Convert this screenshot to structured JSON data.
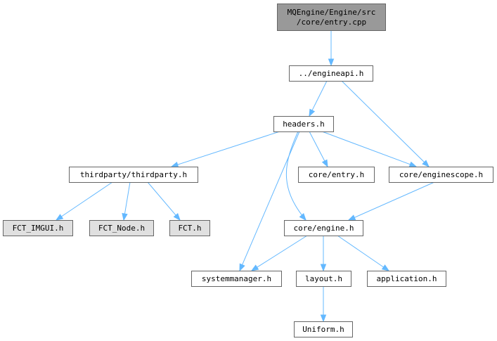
{
  "colors": {
    "root_fill": "#999999",
    "node_fill": "#ffffff",
    "external_fill": "#e0e0e0",
    "border": "#666666",
    "edge": "#63b8ff"
  },
  "graph": {
    "nodes": [
      {
        "id": "entry_root",
        "lines": [
          "MQEngine/Engine/src",
          "/core/entry.cpp"
        ],
        "kind": "root"
      },
      {
        "id": "engineapi",
        "lines": [
          "../engineapi.h"
        ],
        "kind": "node"
      },
      {
        "id": "headers",
        "lines": [
          "headers.h"
        ],
        "kind": "node"
      },
      {
        "id": "thirdparty",
        "lines": [
          "thirdparty/thirdparty.h"
        ],
        "kind": "node"
      },
      {
        "id": "core_entry",
        "lines": [
          "core/entry.h"
        ],
        "kind": "node"
      },
      {
        "id": "enginescope",
        "lines": [
          "core/enginescope.h"
        ],
        "kind": "node"
      },
      {
        "id": "fct_imgui",
        "lines": [
          "FCT_IMGUI.h"
        ],
        "kind": "external"
      },
      {
        "id": "fct_node",
        "lines": [
          "FCT_Node.h"
        ],
        "kind": "external"
      },
      {
        "id": "fct",
        "lines": [
          "FCT.h"
        ],
        "kind": "external"
      },
      {
        "id": "core_engine",
        "lines": [
          "core/engine.h"
        ],
        "kind": "node"
      },
      {
        "id": "systemmanager",
        "lines": [
          "systemmanager.h"
        ],
        "kind": "node"
      },
      {
        "id": "layout",
        "lines": [
          "layout.h"
        ],
        "kind": "node"
      },
      {
        "id": "application",
        "lines": [
          "application.h"
        ],
        "kind": "node"
      },
      {
        "id": "uniform",
        "lines": [
          "Uniform.h"
        ],
        "kind": "node"
      }
    ],
    "edges": [
      {
        "from": "entry_root",
        "to": "engineapi"
      },
      {
        "from": "engineapi",
        "to": "headers"
      },
      {
        "from": "engineapi",
        "to": "enginescope"
      },
      {
        "from": "headers",
        "to": "thirdparty"
      },
      {
        "from": "headers",
        "to": "core_entry"
      },
      {
        "from": "headers",
        "to": "enginescope"
      },
      {
        "from": "headers",
        "to": "core_engine"
      },
      {
        "from": "headers",
        "to": "systemmanager"
      },
      {
        "from": "thirdparty",
        "to": "fct_imgui"
      },
      {
        "from": "thirdparty",
        "to": "fct_node"
      },
      {
        "from": "thirdparty",
        "to": "fct"
      },
      {
        "from": "enginescope",
        "to": "core_engine"
      },
      {
        "from": "core_engine",
        "to": "systemmanager"
      },
      {
        "from": "core_engine",
        "to": "layout"
      },
      {
        "from": "core_engine",
        "to": "application"
      },
      {
        "from": "layout",
        "to": "uniform"
      }
    ]
  }
}
